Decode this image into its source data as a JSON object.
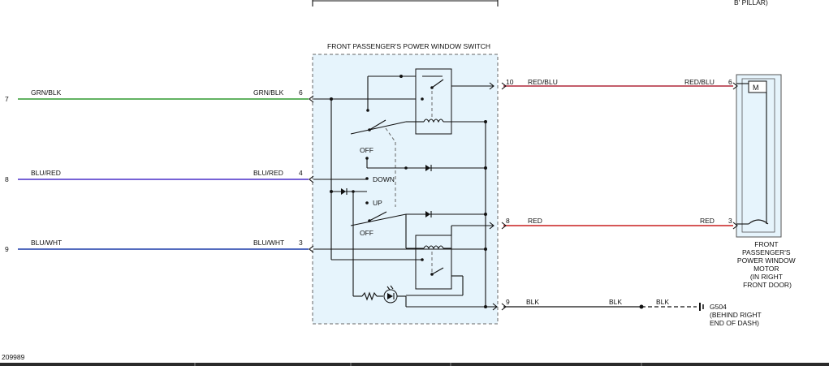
{
  "colors": {
    "grn_blk": "#2f9a2f",
    "blu_red": "#4a2fc8",
    "blu_wht": "#1a3aa8",
    "red_blu": "#b0283a",
    "red": "#c81e1e",
    "blk": "#111111",
    "switch_fill": "#e6f4fc",
    "motor_fill": "#e6f4fc"
  },
  "top": {
    "pillar_text": "B' PILLAR)"
  },
  "switch": {
    "title": "FRONT PASSENGER'S POWER WINDOW SWITCH",
    "positions": {
      "off_upper": "OFF",
      "down": "DOWN",
      "up": "UP",
      "off_lower": "OFF"
    }
  },
  "left_wires": [
    {
      "connector": "7",
      "color_code": "GRN/BLK",
      "pin": "6",
      "label_right": "GRN/BLK"
    },
    {
      "connector": "8",
      "color_code": "BLU/RED",
      "pin": "4",
      "label_right": "BLU/RED"
    },
    {
      "connector": "9",
      "color_code": "BLU/WHT",
      "pin": "3",
      "label_right": "BLU/WHT"
    }
  ],
  "right_wires": [
    {
      "switch_pin": "10",
      "color_code": "RED/BLU",
      "motor_label": "RED/BLU",
      "motor_pin": "6"
    },
    {
      "switch_pin": "8",
      "color_code": "RED",
      "motor_label": "RED",
      "motor_pin": "3"
    }
  ],
  "ground_wire": {
    "switch_pin": "9",
    "label1": "BLK",
    "label2": "BLK",
    "label3": "BLK",
    "ground_id": "G504",
    "ground_loc1": "(BEHIND RIGHT",
    "ground_loc2": "END OF DASH)"
  },
  "motor": {
    "symbol": "M",
    "label_lines": [
      "FRONT",
      "PASSENGER'S",
      "POWER WINDOW",
      "MOTOR",
      "(IN RIGHT",
      "FRONT DOOR)"
    ]
  },
  "footer": {
    "diagram_id": "209989"
  }
}
